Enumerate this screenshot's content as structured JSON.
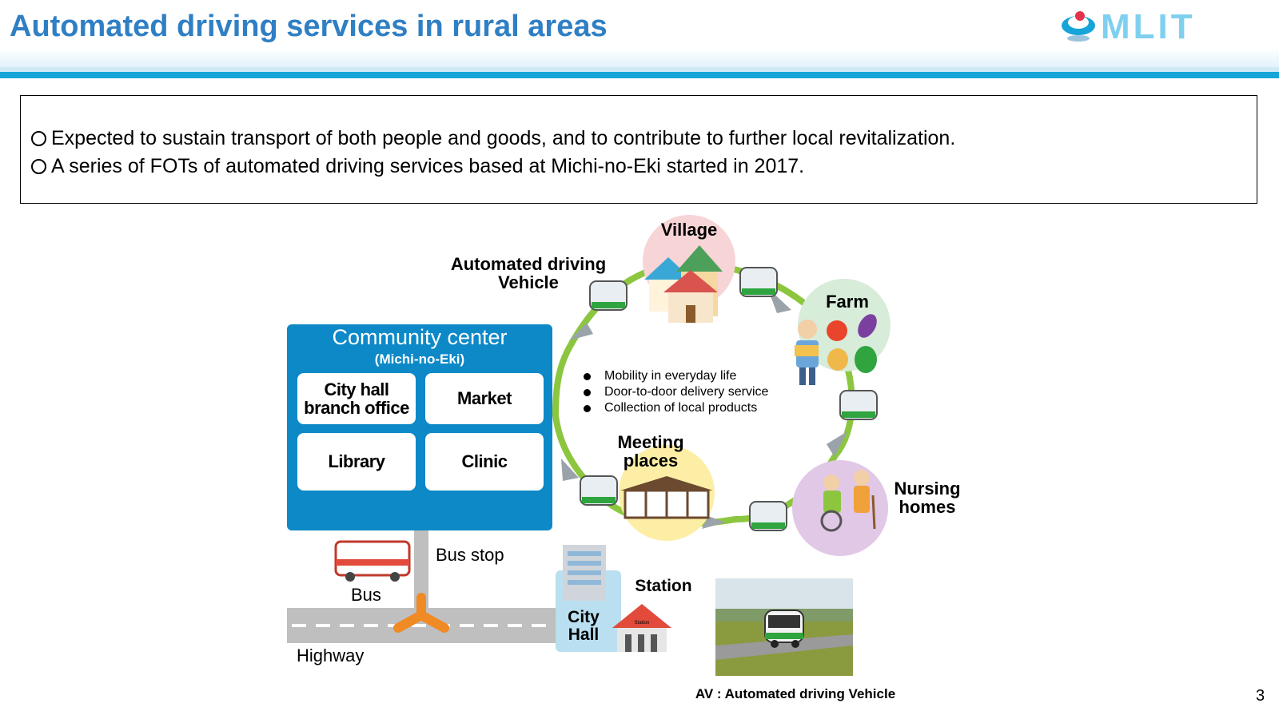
{
  "header": {
    "title": "Automated driving services in rural areas",
    "logo_text": "MLIT"
  },
  "summary": {
    "points": [
      "Expected to sustain transport of both people and goods, and to contribute to further local revitalization.",
      "A series of FOTs of automated driving services based at Michi-no-Eki started in 2017."
    ]
  },
  "diagram": {
    "vehicle_label_1": "Automated driving",
    "vehicle_label_2": "Vehicle",
    "village": "Village",
    "farm": "Farm",
    "meeting_1": "Meeting",
    "meeting_2": "places",
    "nursing_1": "Nursing",
    "nursing_2": "homes",
    "community_center": "Community center",
    "community_center_sub": "(Michi-no-Eki)",
    "facilities": {
      "city_hall_1": "City hall",
      "city_hall_2": "branch office",
      "market": "Market",
      "library": "Library",
      "clinic": "Clinic"
    },
    "services": [
      "Mobility in everyday life",
      "Door-to-door delivery service",
      "Collection of local products"
    ],
    "bus_stop": "Bus stop",
    "bus": "Bus",
    "highway": "Highway",
    "station": "Station",
    "station_sign": "Station",
    "city_hall_1": "City",
    "city_hall_2": "Hall",
    "caption": "AV : Automated driving Vehicle"
  },
  "page_number": "3",
  "colors": {
    "title": "#2f7fc4",
    "band": "#16a4d9",
    "community_center": "#0d89c8",
    "route": "#8cc63f"
  }
}
